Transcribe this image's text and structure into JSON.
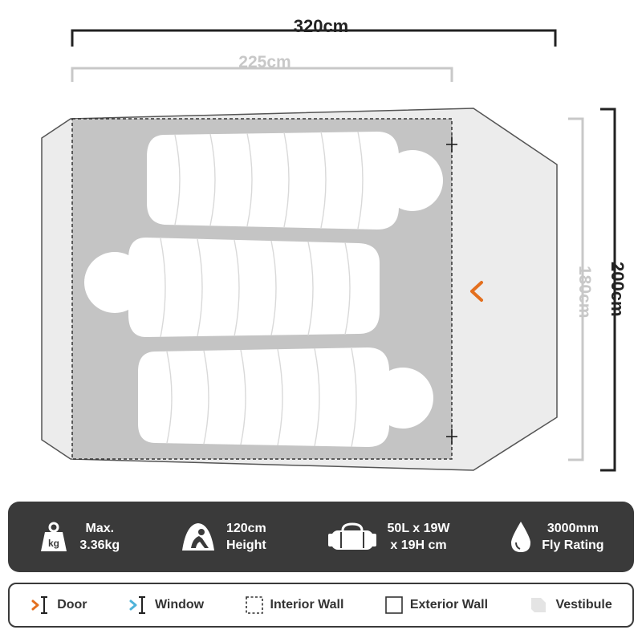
{
  "dimensions": {
    "outer_width": "320cm",
    "inner_width": "225cm",
    "outer_depth": "200cm",
    "inner_depth": "180cm"
  },
  "specs": [
    {
      "icon": "weight-icon",
      "icon_text": "kg",
      "line1": "Max.",
      "line2": "3.36kg"
    },
    {
      "icon": "tent-height-icon",
      "line1": "120cm",
      "line2": "Height"
    },
    {
      "icon": "duffel-bag-icon",
      "line1": "50L x 19W",
      "line2": "x 19H cm"
    },
    {
      "icon": "water-drop-icon",
      "line1": "3000mm",
      "line2": "Fly Rating"
    }
  ],
  "legend": [
    {
      "icon": "door-icon",
      "label": "Door",
      "color": "#e36f1e"
    },
    {
      "icon": "window-icon",
      "label": "Window",
      "color": "#4fb3d9"
    },
    {
      "icon": "interior-wall-icon",
      "label": "Interior Wall"
    },
    {
      "icon": "exterior-wall-icon",
      "label": "Exterior Wall"
    },
    {
      "icon": "vestibule-icon",
      "label": "Vestibule"
    }
  ],
  "colors": {
    "door": "#e36f1e",
    "window": "#4fb3d9",
    "interior_floor": "#c4c4c4",
    "vestibule": "#e9e9e9",
    "panel": "#3a3a3a"
  }
}
